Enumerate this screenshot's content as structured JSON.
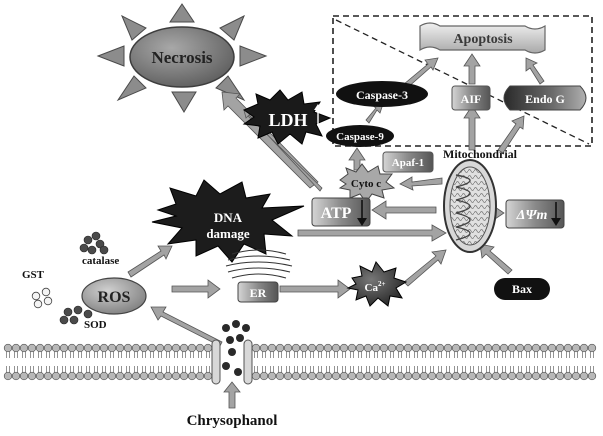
{
  "labels": {
    "necrosis": "Necrosis",
    "apoptosis": "Apoptosis",
    "caspase3": "Caspase-3",
    "aif": "AIF",
    "endo_g": "Endo G",
    "ldh": "LDH",
    "caspase9": "Caspase-9",
    "apaf1": "Apaf-1",
    "cyto_c": "Cyto c",
    "mitochondrial": "Mitochondrial",
    "atp": "ATP",
    "dna_damage_line1": "DNA",
    "dna_damage_line2": "damage",
    "delta_psi_m": "ΔΨm",
    "catalase": "catalase",
    "gst": "GST",
    "ros": "ROS",
    "sod": "SOD",
    "er": "ER",
    "ca": "Ca",
    "ca_superscript": "2+",
    "bax": "Bax",
    "chrysophanol": "Chrysophanol"
  },
  "colors": {
    "dark_node": "#111111",
    "gray_node": "#9a9a9a",
    "light_node": "#d9d9d9",
    "arrow": "#9a9a9a",
    "arrow_edge": "#555555",
    "necrosis_fill": "#8c8c8c",
    "membrane_head": "#b8b8b8"
  },
  "icons": {
    "ldh_shape": "starburst",
    "dna_damage_shape": "starburst",
    "calcium_shape": "starburst",
    "necrosis_shape": "sun-burst",
    "mitochondrion": "mitochondrion-icon",
    "endoplasmic_reticulum": "er-icon",
    "cell_membrane": "lipid-bilayer"
  }
}
